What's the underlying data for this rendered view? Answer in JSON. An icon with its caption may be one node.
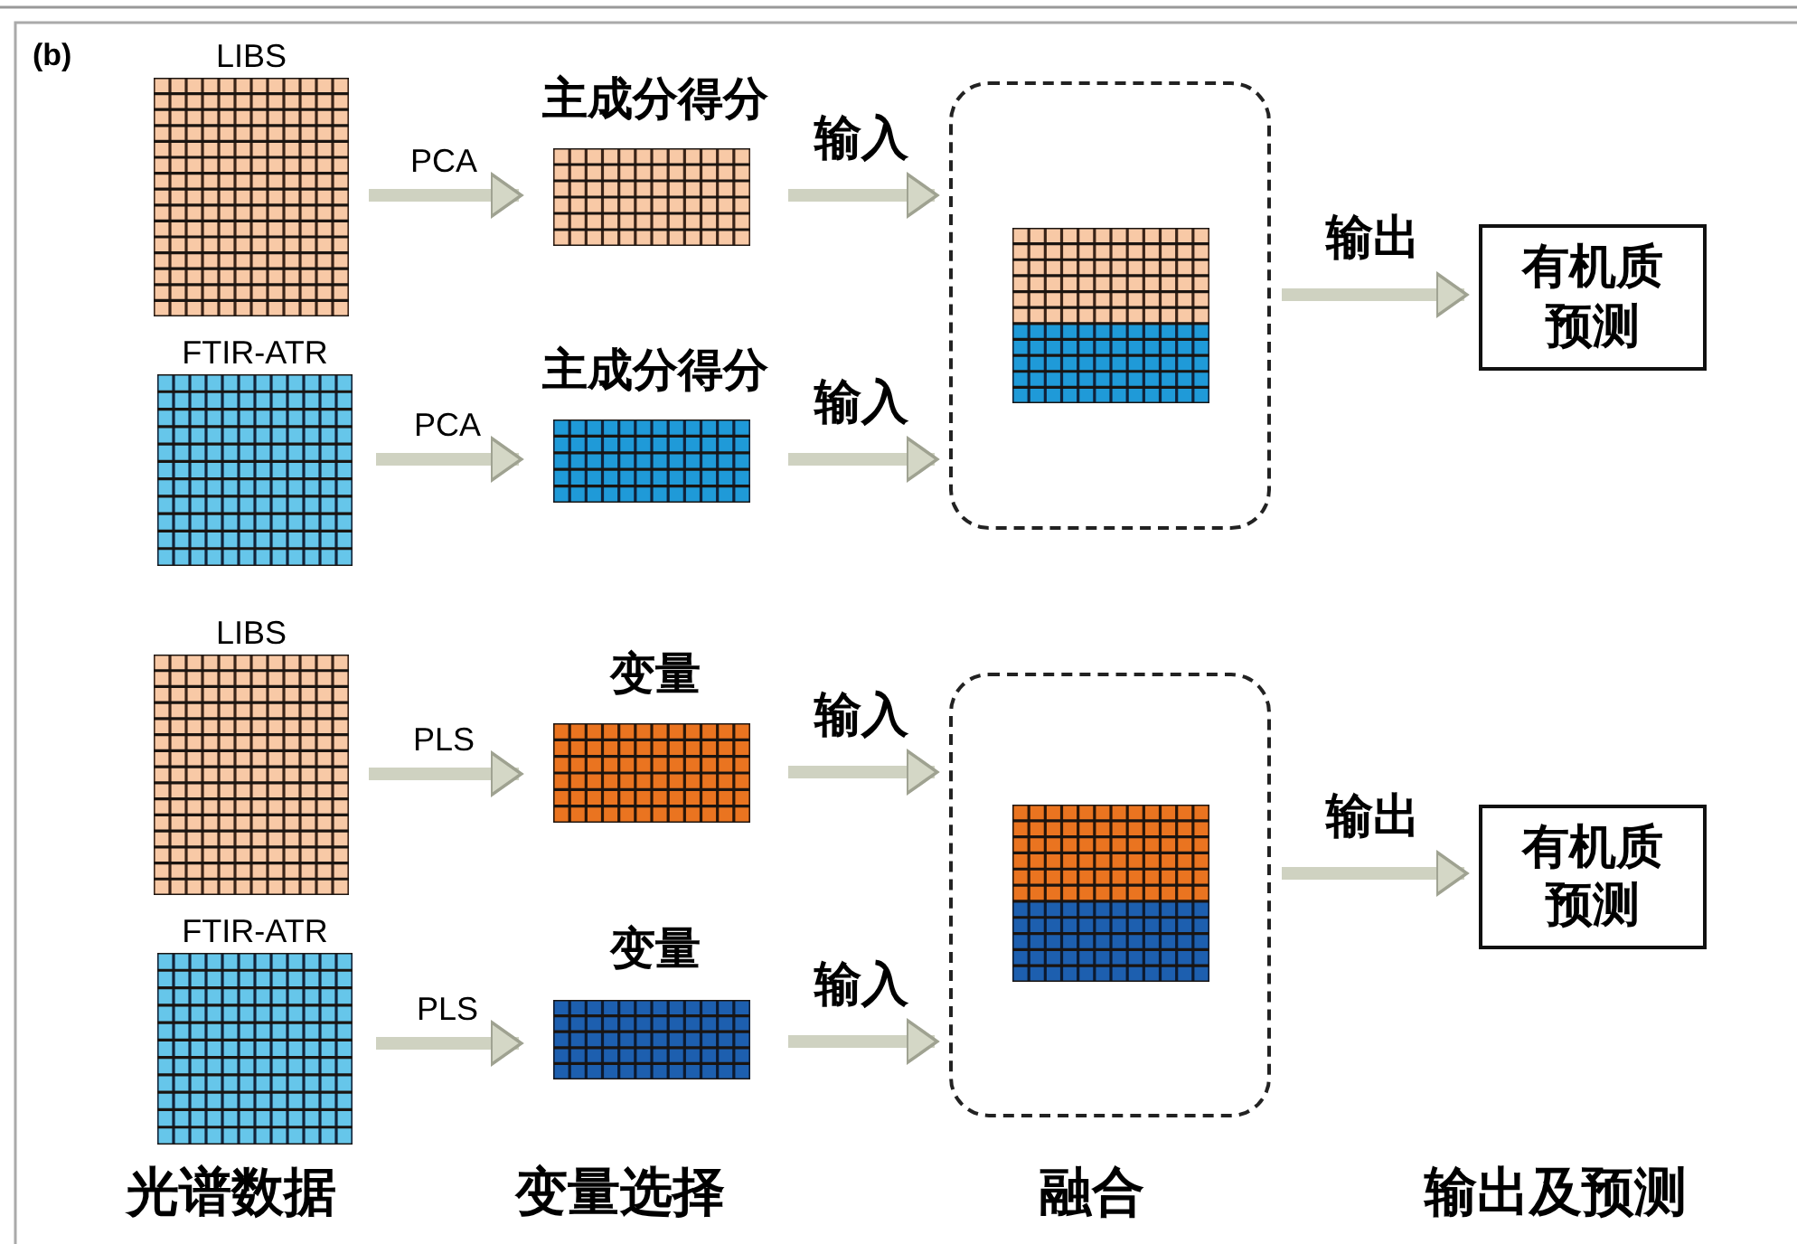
{
  "diagram": {
    "nodes": [
      {
        "text": [
          "LIBS"
        ]
      },
      {
        "text": [
          "FTIR-ATR"
        ]
      },
      {
        "text": [
          "主成分得分"
        ]
      },
      {
        "text": [
          "主成分得分"
        ]
      },
      {
        "text": [],
        "shape": "box"
      },
      {
        "text": [],
        "shape": "box",
        "in": 4
      },
      {
        "text": [
          "有机质预测"
        ]
      },
      {
        "text": [
          "LIBS"
        ]
      },
      {
        "text": [
          "FTIR-ATR"
        ]
      },
      {
        "text": [
          "变量"
        ]
      },
      {
        "text": [
          "变量"
        ]
      },
      {
        "text": [],
        "shape": "box"
      },
      {
        "text": [],
        "shape": "box",
        "in": 11
      },
      {
        "text": [
          "有机质预测"
        ]
      }
    ],
    "edges": [
      {
        "from": 0,
        "to": 2,
        "arrow": "to",
        "label": "PCA"
      },
      {
        "from": 1,
        "to": 3,
        "arrow": "to",
        "label": "PCA"
      },
      {
        "from": 2,
        "to": 4,
        "arrow": "to",
        "label": "输入"
      },
      {
        "from": 3,
        "to": 4,
        "arrow": "to",
        "label": "输入"
      },
      {
        "from": 4,
        "to": 6,
        "arrow": "to",
        "label": "输出"
      },
      {
        "from": 7,
        "to": 9,
        "arrow": "to",
        "label": "PLS"
      },
      {
        "from": 8,
        "to": 10,
        "arrow": "to",
        "label": "PLS"
      },
      {
        "from": 9,
        "to": 11,
        "arrow": "to",
        "label": "输入"
      },
      {
        "from": 10,
        "to": 11,
        "arrow": "to",
        "label": "输入"
      },
      {
        "from": 11,
        "to": 13,
        "arrow": "to",
        "label": "输出"
      }
    ],
    "labels": [
      "(b)",
      "光谱数据",
      "变量选择",
      "融合",
      "输出及预测"
    ]
  }
}
